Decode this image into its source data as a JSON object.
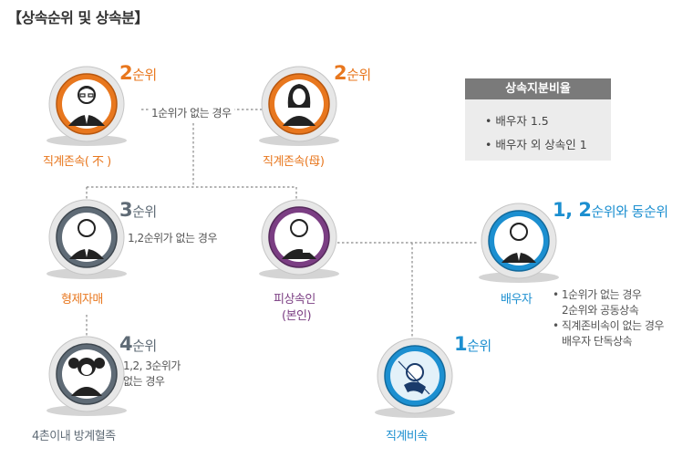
{
  "title": "【상속순위 및 상속분】",
  "colors": {
    "orange": "#e8771e",
    "gray": "#5f6b76",
    "purple": "#7b3e83",
    "blue": "#1c8fd0"
  },
  "nodes": {
    "grandfather": {
      "label": "직계존속( 不 )",
      "icon": "man-with-glasses-icon"
    },
    "grandmother": {
      "label": "직계존속(母)",
      "icon": "woman-icon"
    },
    "siblings": {
      "label": "형제자매",
      "icon": "man-icon"
    },
    "deceased": {
      "label_line1": "피상속인",
      "label_line2": "(본인)",
      "icon": "man-with-badge-icon"
    },
    "spouse": {
      "label": "배우자",
      "icon": "man-icon"
    },
    "relatives": {
      "label": "4촌이내 방계혈족",
      "icon": "girl-icon"
    },
    "descendants": {
      "label": "직계비속",
      "icon": "baby-icon"
    }
  },
  "ranks": {
    "grandfather": {
      "num": "2",
      "suffix": "순위"
    },
    "grandmother": {
      "num": "2",
      "suffix": "순위"
    },
    "siblings": {
      "num": "3",
      "suffix": "순위"
    },
    "spouse": {
      "num": "1, 2",
      "suffix": "순위와 동순위"
    },
    "relatives": {
      "num": "4",
      "suffix": "순위"
    },
    "descendants": {
      "num": "1",
      "suffix": "순위"
    }
  },
  "notes": {
    "no_first": "1순위가 없는 경우",
    "no_first_second": "1,2순위가 없는 경우",
    "no_123_line1": "1,2, 3순위가",
    "no_123_line2": "없는 경우",
    "spouse_note1_line1": "• 1순위가 없는 경우",
    "spouse_note1_line2": "2순위와 공동상속",
    "spouse_note2_line1": "• 직계존비속이 없는 경우",
    "spouse_note2_line2": "배우자 단독상속"
  },
  "legend": {
    "title": "상속지분비율",
    "items": [
      "• 배우자 1.5",
      "• 배우자 외 상속인 1"
    ]
  }
}
